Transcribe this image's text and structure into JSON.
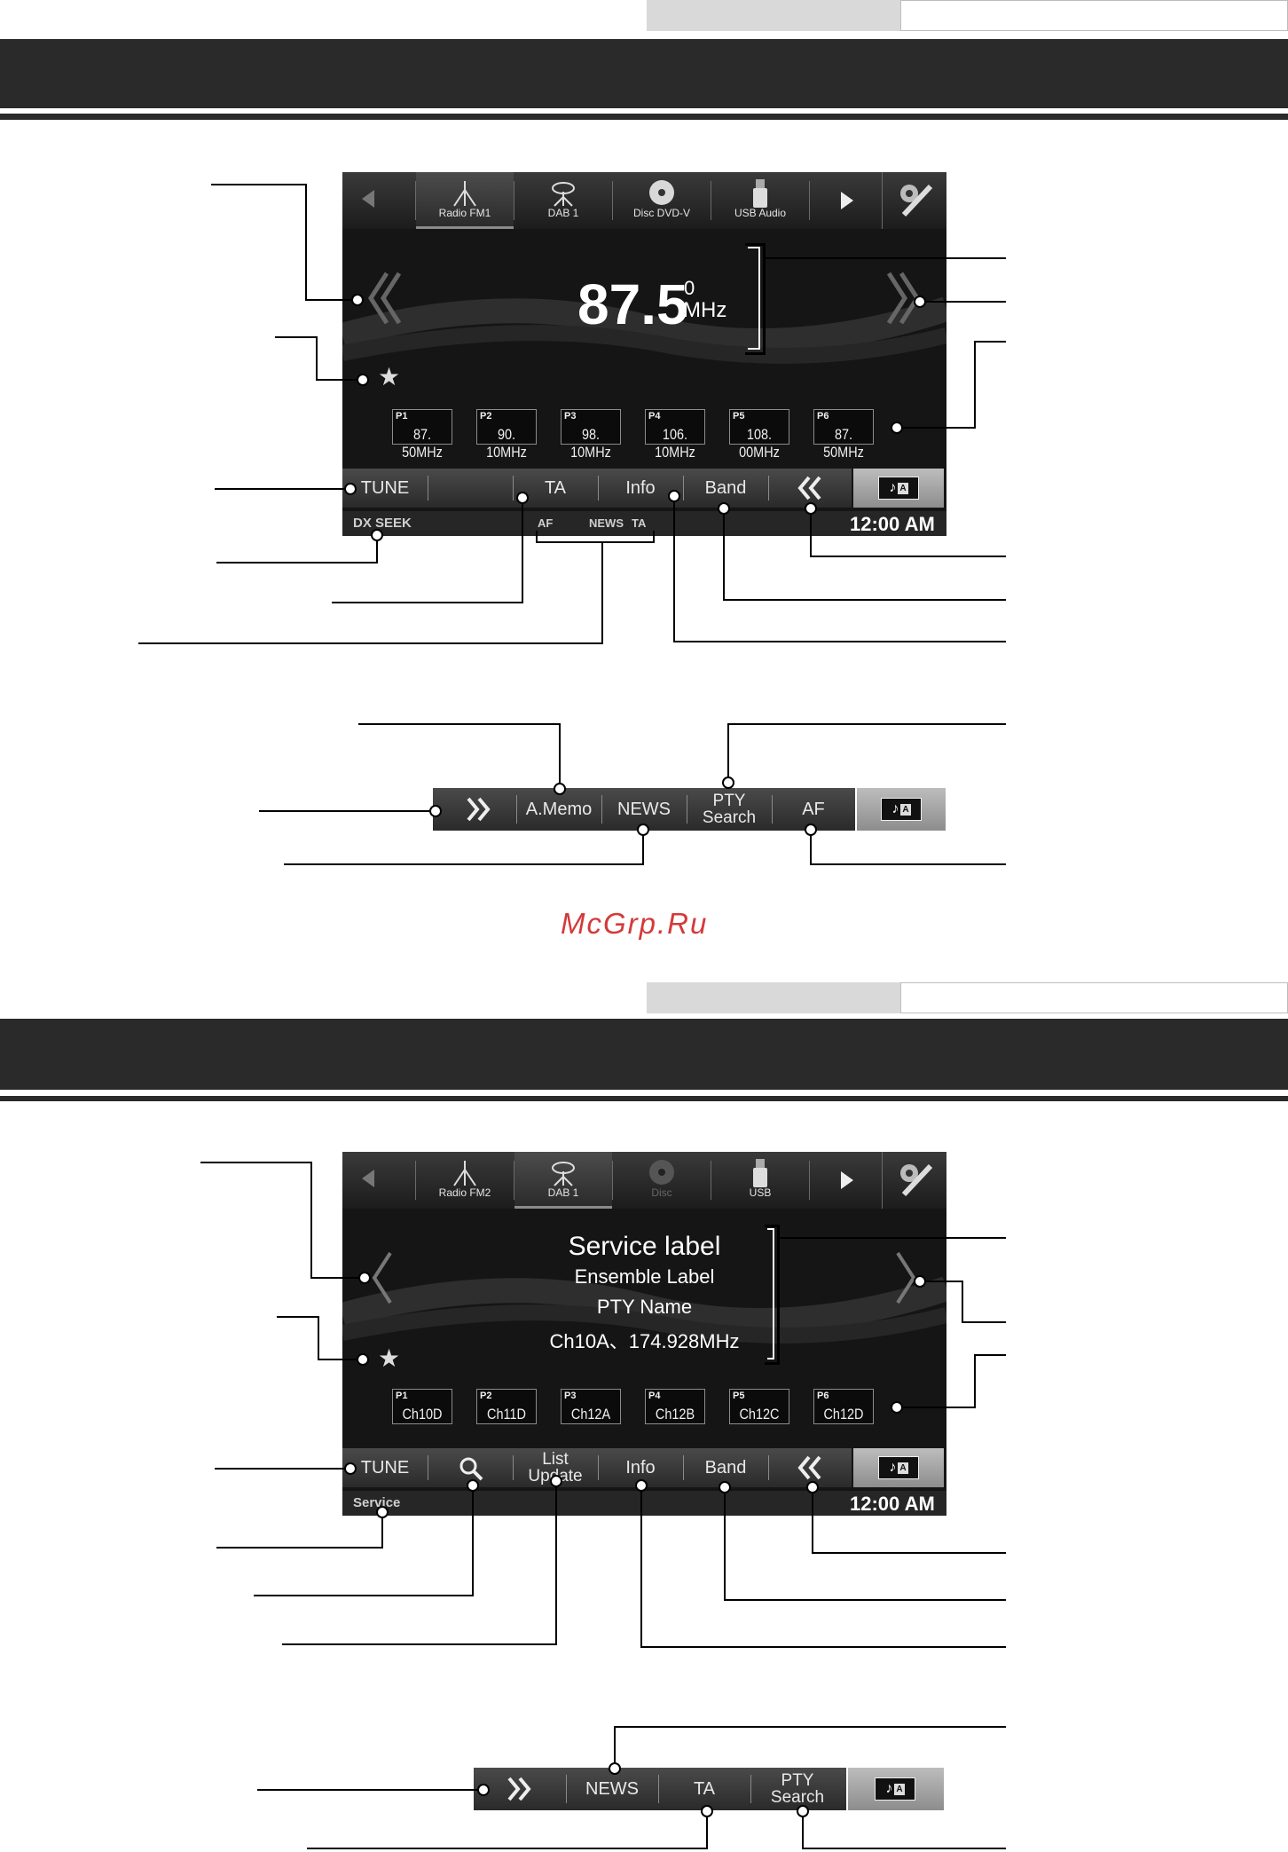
{
  "watermark": "McGrp.Ru",
  "screen1": {
    "sources": [
      {
        "label": "Radio FM1",
        "icon": "radio-antenna-icon"
      },
      {
        "label": "DAB 1",
        "icon": "dab-satellite-icon"
      },
      {
        "label": "Disc DVD-V",
        "icon": "disc-icon"
      },
      {
        "label": "USB Audio",
        "icon": "usb-icon"
      }
    ],
    "frequency": "87.5",
    "freq_decimal": "0",
    "freq_unit": "MHz",
    "presets": [
      {
        "num": "P1",
        "value": "87. 50MHz"
      },
      {
        "num": "P2",
        "value": "90. 10MHz"
      },
      {
        "num": "P3",
        "value": "98. 10MHz"
      },
      {
        "num": "P4",
        "value": "106. 10MHz"
      },
      {
        "num": "P5",
        "value": "108. 00MHz"
      },
      {
        "num": "P6",
        "value": "87. 50MHz"
      }
    ],
    "buttons": {
      "tune": "TUNE",
      "ta": "TA",
      "info": "Info",
      "band": "Band"
    },
    "status": {
      "mode": "DX SEEK",
      "af": "AF",
      "news": "NEWS",
      "ta": "TA"
    },
    "clock": "12:00 AM"
  },
  "row1": {
    "amemo": "A.Memo",
    "news": "NEWS",
    "pty1": "PTY",
    "pty2": "Search",
    "af": "AF"
  },
  "screen2": {
    "sources": [
      {
        "label": "Radio FM2",
        "icon": "radio-antenna-icon"
      },
      {
        "label": "DAB 1",
        "icon": "dab-satellite-icon"
      },
      {
        "label": "Disc",
        "icon": "disc-icon"
      },
      {
        "label": "USB",
        "icon": "usb-icon"
      }
    ],
    "service_label": "Service label",
    "ensemble_label": "Ensemble Label",
    "pty_name": "PTY Name",
    "channel": "Ch10A、174.928MHz",
    "presets": [
      {
        "num": "P1",
        "value": "Ch10D"
      },
      {
        "num": "P2",
        "value": "Ch11D"
      },
      {
        "num": "P3",
        "value": "Ch12A"
      },
      {
        "num": "P4",
        "value": "Ch12B"
      },
      {
        "num": "P5",
        "value": "Ch12C"
      },
      {
        "num": "P6",
        "value": "Ch12D"
      }
    ],
    "buttons": {
      "tune": "TUNE",
      "list1": "List",
      "list2": "Update",
      "info": "Info",
      "band": "Band"
    },
    "status": {
      "mode": "Service"
    },
    "clock": "12:00 AM"
  },
  "row2": {
    "news": "NEWS",
    "ta": "TA",
    "pty1": "PTY",
    "pty2": "Search"
  }
}
